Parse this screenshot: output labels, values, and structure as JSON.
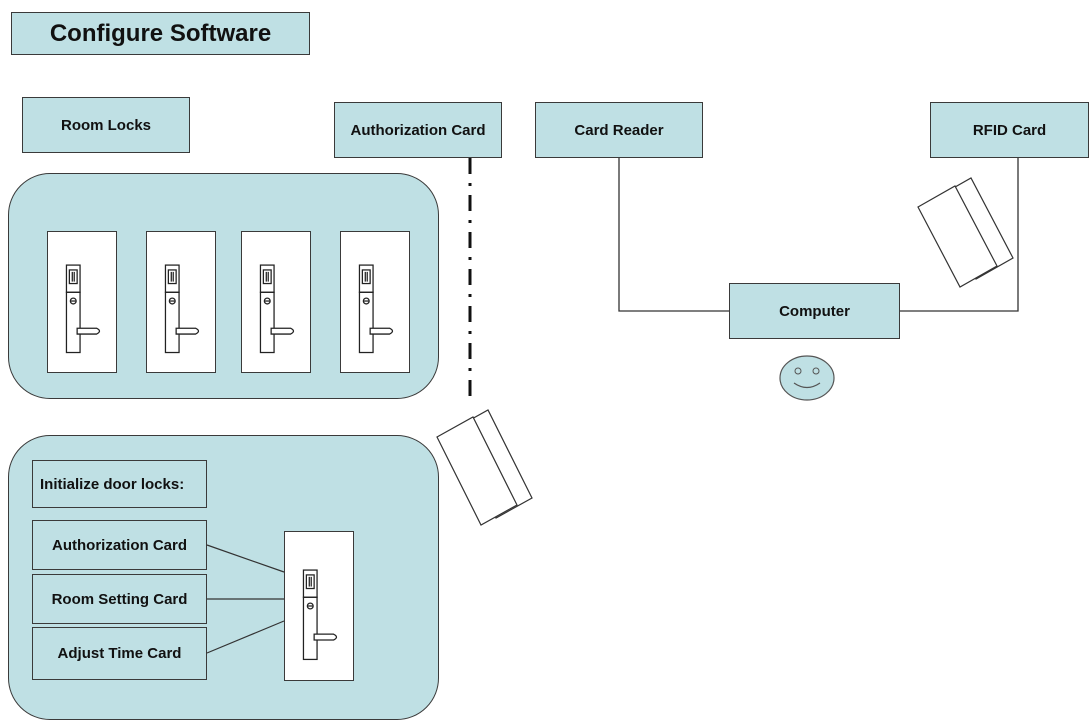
{
  "title": "Configure Software",
  "labels": {
    "room_locks": "Room Locks",
    "authorization_card": "Authorization Card",
    "card_reader": "Card Reader",
    "rfid_card": "RFID Card",
    "computer": "Computer"
  },
  "initialize_panel": {
    "heading": "Initialize door locks:",
    "cards": [
      "Authorization Card",
      "Room Setting Card",
      "Adjust Time Card"
    ]
  },
  "colors": {
    "panel_fill": "#bfe0e4",
    "stroke": "#3a3a3a",
    "background": "#ffffff"
  },
  "icons": [
    "door-lock-icon",
    "rfid-card-icon",
    "smiley-face-icon"
  ]
}
